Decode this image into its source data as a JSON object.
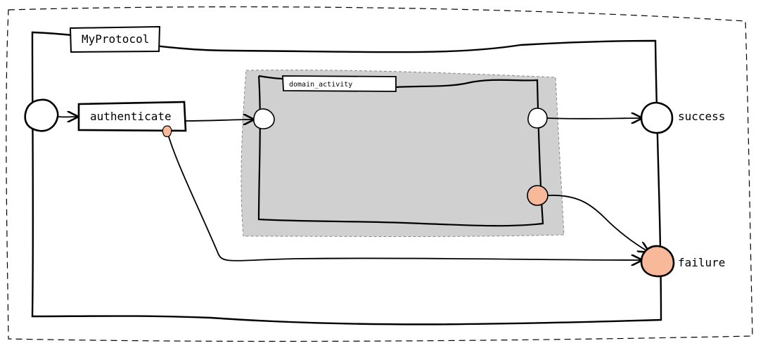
{
  "diagram": {
    "protocol": {
      "label": "MyProtocol"
    },
    "step": {
      "label": "authenticate"
    },
    "subprocess": {
      "label": "domain_activity"
    },
    "outcomes": {
      "success": {
        "label": "success"
      },
      "failure": {
        "label": "failure"
      }
    }
  },
  "colors": {
    "stroke": "#000000",
    "background": "#ffffff",
    "subprocess_fill": "#d0d0d0",
    "failure_port": "#f8b99b",
    "normal_port": "#ffffff"
  }
}
